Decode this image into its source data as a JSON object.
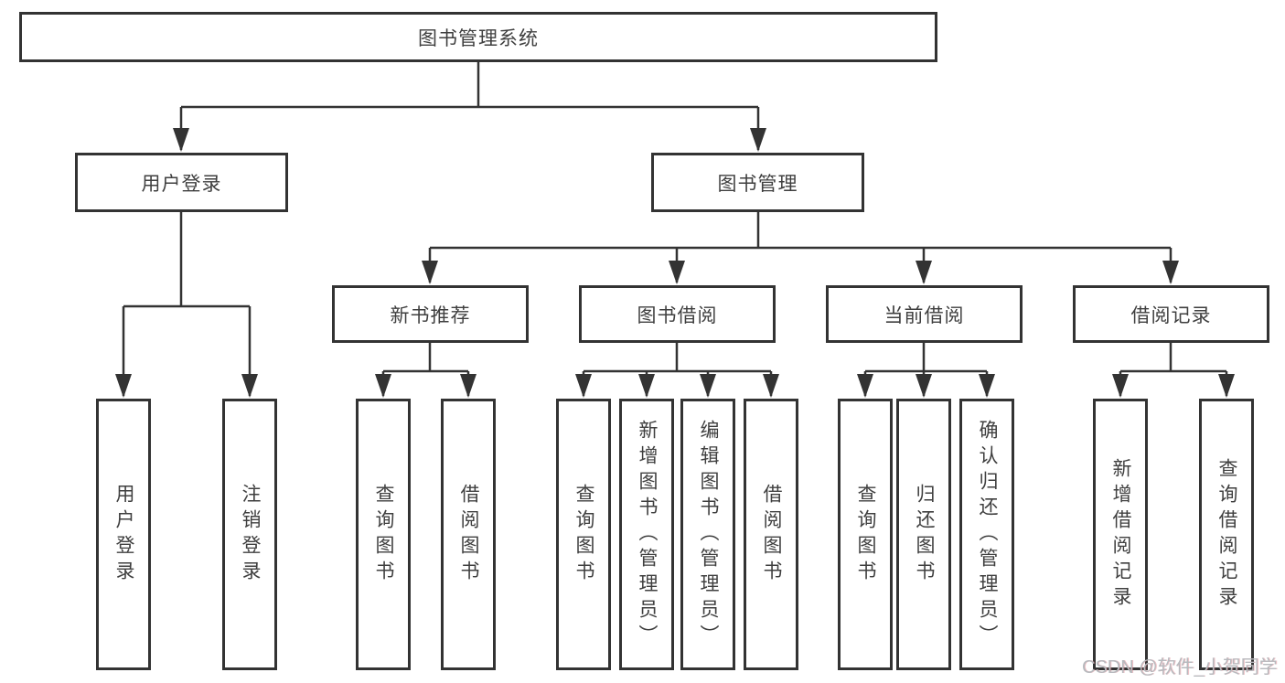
{
  "tree": {
    "root": {
      "label": "图书管理系统"
    },
    "level2": [
      {
        "label": "用户登录"
      },
      {
        "label": "图书管理"
      }
    ],
    "level3": [
      {
        "label": "新书推荐",
        "parent": "图书管理"
      },
      {
        "label": "图书借阅",
        "parent": "图书管理"
      },
      {
        "label": "当前借阅",
        "parent": "图书管理"
      },
      {
        "label": "借阅记录",
        "parent": "图书管理"
      }
    ],
    "leaves": [
      {
        "label": "用户登录",
        "parent": "用户登录"
      },
      {
        "label": "注销登录",
        "parent": "用户登录"
      },
      {
        "label": "查询图书",
        "parent": "新书推荐"
      },
      {
        "label": "借阅图书",
        "parent": "新书推荐"
      },
      {
        "label": "查询图书",
        "parent": "图书借阅"
      },
      {
        "label": "新增图书（管理员）",
        "parent": "图书借阅"
      },
      {
        "label": "编辑图书（管理员）",
        "parent": "图书借阅"
      },
      {
        "label": "借阅图书",
        "parent": "图书借阅"
      },
      {
        "label": "查询图书",
        "parent": "当前借阅"
      },
      {
        "label": "归还图书",
        "parent": "当前借阅"
      },
      {
        "label": "确认归还（管理员）",
        "parent": "当前借阅"
      },
      {
        "label": "新增借阅记录",
        "parent": "借阅记录"
      },
      {
        "label": "查询借阅记录",
        "parent": "借阅记录"
      }
    ]
  },
  "watermark": "CSDN @软件_小贺同学",
  "colors": {
    "line": "#333333",
    "text": "#3f3f3f",
    "box_background": "#ffffff",
    "watermark": "#b7babe"
  }
}
